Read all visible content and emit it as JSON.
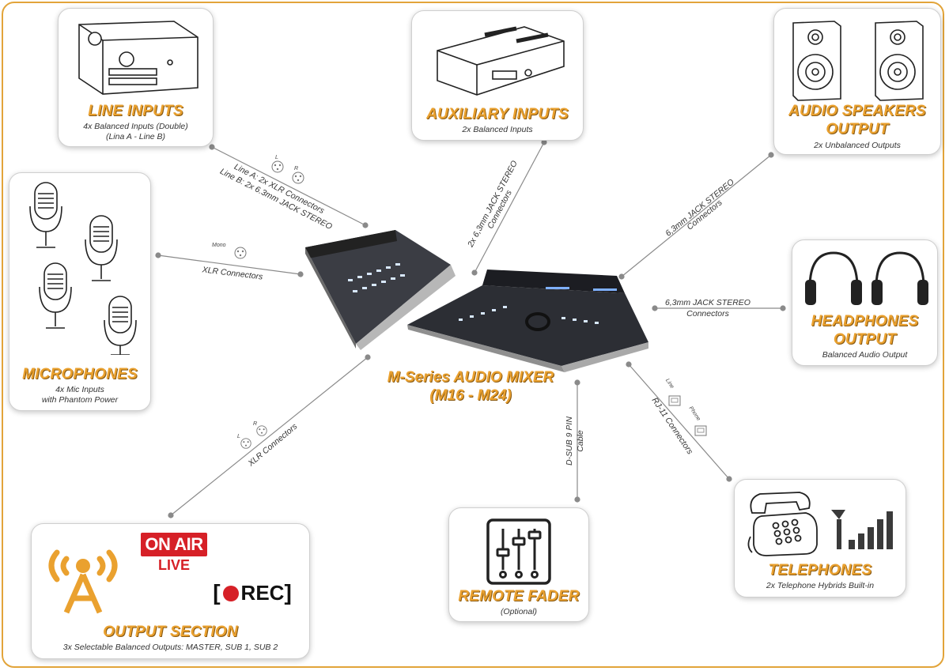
{
  "line_inputs": {
    "title": "LINE INPUTS",
    "sub1": "4x Balanced Inputs (Double)",
    "sub2": "(Lina A - Line B)"
  },
  "auxiliary_inputs": {
    "title": "AUXILIARY INPUTS",
    "sub1": "2x Balanced Inputs"
  },
  "audio_speakers": {
    "title1": "AUDIO SPEAKERS",
    "title2": "OUTPUT",
    "sub1": "2x Unbalanced Outputs"
  },
  "microphones": {
    "title": "MICROPHONES",
    "sub1": "4x Mic Inputs",
    "sub2": "with Phantom Power"
  },
  "headphones": {
    "title1": "HEADPHONES",
    "title2": "OUTPUT",
    "sub1": "Balanced Audio Output"
  },
  "mixer": {
    "title1": "M-Series AUDIO MIXER",
    "title2": "(M16 - M24)"
  },
  "output_section": {
    "title": "OUTPUT SECTION",
    "sub1": "3x Selectable Balanced Outputs: MASTER, SUB 1, SUB 2",
    "on_air": "ON AIR",
    "live": "LIVE",
    "rec": "REC"
  },
  "remote_fader": {
    "title": "REMOTE FADER",
    "sub1": "(Optional)"
  },
  "telephones": {
    "title": "TELEPHONES",
    "sub1": "2x Telephone Hybrids Built-in"
  },
  "connectors": {
    "line_a": "Line A: 2x XLR Connectors",
    "line_b": "Line B: 2x 6.3mm JACK STEREO",
    "aux_1": "2x 6,3mm JACK STEREO",
    "aux_2": "Connectors",
    "spk_1": "6,3mm JACK STEREO",
    "spk_2": "Connectors",
    "mic": "XLR Connectors",
    "mono": "Mono",
    "hp_1": "6,3mm JACK STEREO",
    "hp_2": "Connectors",
    "out": "XLR Connectors",
    "dsub_1": "D-SUB 9 PIN",
    "dsub_2": "Cable",
    "rj11": "RJ-11 Connectors",
    "line": "Line",
    "phone": "Phone",
    "l": "L",
    "r": "R"
  },
  "colors": {
    "accent": "#eaa12f",
    "frame": "#e2a43a",
    "rec_red": "#d62027",
    "on_air_red": "#d62027"
  }
}
